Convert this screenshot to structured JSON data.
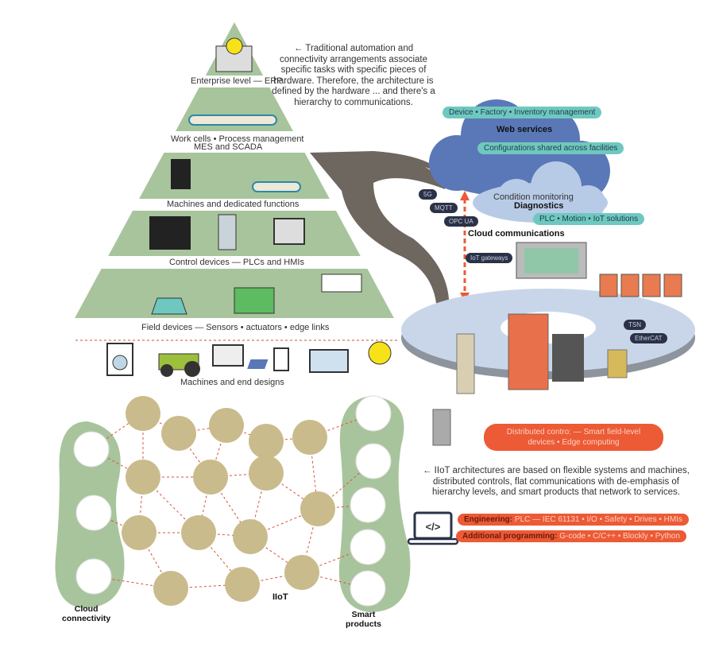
{
  "pyramid": {
    "tiers": [
      {
        "label": "Enterprise level — ERP"
      },
      {
        "label": "Work cells • Process management",
        "sublabel": "MES and SCADA"
      },
      {
        "label": "Machines and dedicated functions"
      },
      {
        "label": "Control devices — PLCs and HMIs"
      },
      {
        "label": "Field devices — Sensors • actuators • edge links"
      }
    ],
    "end_designs_label": "Machines and end designs"
  },
  "traditional_note": [
    "← Traditional automation and",
    "connectivity arrangements associate",
    "specific tasks with specific pieces of",
    "hardware. Therefore, the architecture is",
    "defined by the hardware ... and there's a",
    "hierarchy to communications."
  ],
  "cloud": {
    "pill_top": "Device • Factory • Inventory management",
    "web_services": "Web services",
    "pill_config": "Configurations shared across facilities",
    "condition": "Condition monitoring",
    "diagnostics": "Diagnostics",
    "pill_plc": "PLC • Motion • IoT solutions",
    "protocols": [
      "5G",
      "MQTT",
      "OPC UA"
    ],
    "cloud_comms": "Cloud communications",
    "gateways": "IoT gateways"
  },
  "ring": {
    "tsn": "TSN",
    "ethercat": "EtherCAT"
  },
  "distributed_pill": [
    "Distributed contro: — Smart field-level",
    "devices • Edge computing"
  ],
  "iiot_note": [
    "← IIoT architectures are based on flexible systems and machines,",
    "distributed controls, flat communications with de-emphasis of",
    "hierarchy levels, and smart products that network to services."
  ],
  "programming": {
    "engineering_label": "Engineering:",
    "engineering_text": " PLC — IEC  61131 • I/O • Safety • Drives • HMIs",
    "additional_label": "Additional programming:",
    "additional_text": " G-code • C/C++ • Blockly • Python",
    "laptop_glyph": "</>"
  },
  "network": {
    "cloud_connectivity": [
      "Cloud",
      "connectivity"
    ],
    "iiot": "IIoT",
    "smart_products": [
      "Smart",
      "products"
    ]
  },
  "colors": {
    "pyramid": "#a8c49c",
    "cloud_dark": "#5a78b8",
    "cloud_light": "#b8cbe6",
    "teal": "#6fc8c0",
    "orange": "#ec5a36",
    "node": "#c9bb8c",
    "arrow": "#6e6760"
  }
}
